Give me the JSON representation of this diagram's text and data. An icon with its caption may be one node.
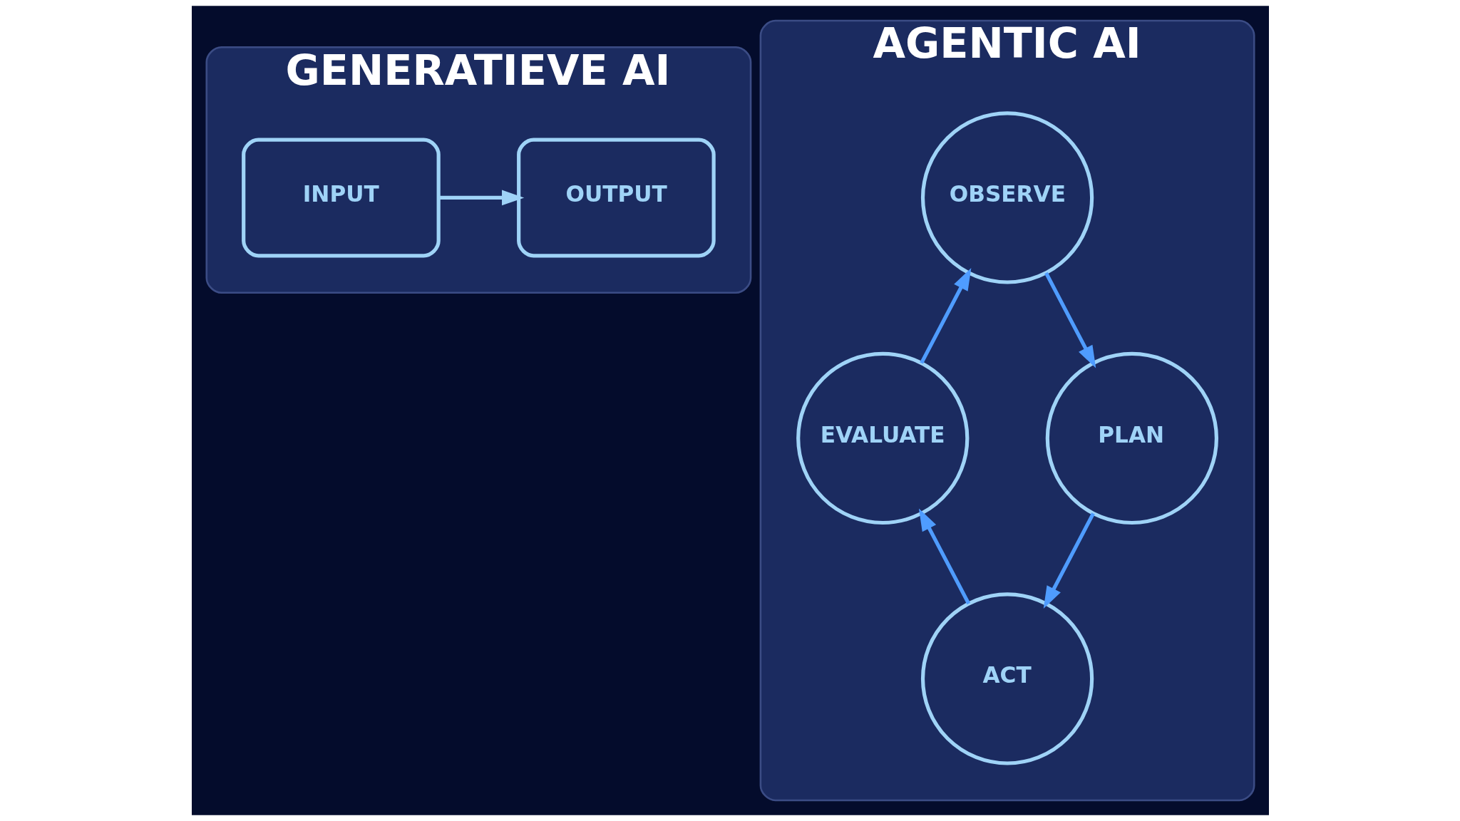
{
  "diagram": {
    "nodes": [
      {
        "text": [
          "GENERATIEVE AI"
        ]
      },
      {
        "text": [
          "INPUT"
        ],
        "in": 0
      },
      {
        "text": [
          "OUTPUT"
        ],
        "in": 0
      },
      {
        "text": [
          "AGENTIC AI"
        ]
      },
      {
        "text": [
          "OBSERVE"
        ],
        "in": 3
      },
      {
        "text": [
          "PLAN"
        ],
        "in": 3
      },
      {
        "text": [
          "ACT"
        ],
        "in": 3
      },
      {
        "text": [
          "EVALUATE"
        ],
        "in": 3
      }
    ],
    "edges": [
      {
        "from": 1,
        "to": 2,
        "arrow": "to",
        "color": "#9fd3f7"
      },
      {
        "from": 4,
        "to": 5,
        "arrow": "to"
      },
      {
        "from": 5,
        "to": 6,
        "arrow": "to"
      },
      {
        "from": 6,
        "to": 7,
        "arrow": "to"
      },
      {
        "from": 7,
        "to": 4,
        "arrow": "to"
      }
    ]
  }
}
